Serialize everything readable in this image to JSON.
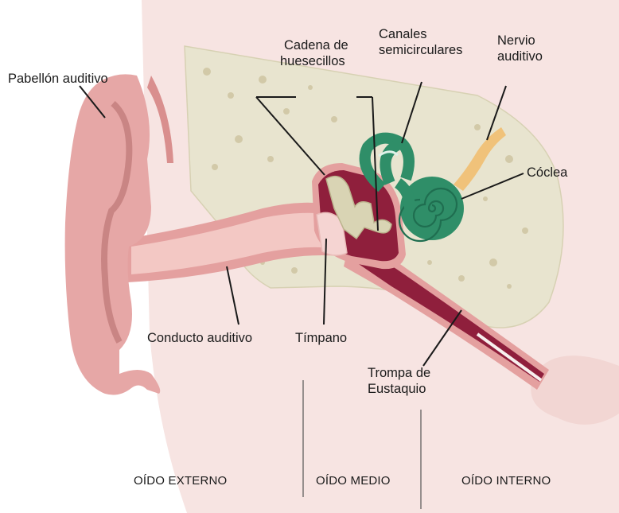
{
  "labels": {
    "pabellon": "Pabellón auditivo",
    "cadena_l1": "Cadena de",
    "cadena_l2": "huesecillos",
    "canales_l1": "Canales",
    "canales_l2": "semicirculares",
    "nervio_l1": "Nervio",
    "nervio_l2": "auditivo",
    "coclea": "Cóclea",
    "conducto": "Conducto auditivo",
    "timpano": "Tímpano",
    "trompa_l1": "Trompa de",
    "trompa_l2": "Eustaquio"
  },
  "sections": {
    "externo": "OÍDO EXTERNO",
    "medio": "OÍDO MEDIO",
    "interno": "OÍDO INTERNO"
  },
  "colors": {
    "skin": "#f7e4e2",
    "bone": "#e8e4cf",
    "ear": "#e6a7a6",
    "canal": "#f3c8c4",
    "cavity": "#8f1f3c",
    "inner_ear": "#2f8e68",
    "nerve": "#f0c27a"
  }
}
